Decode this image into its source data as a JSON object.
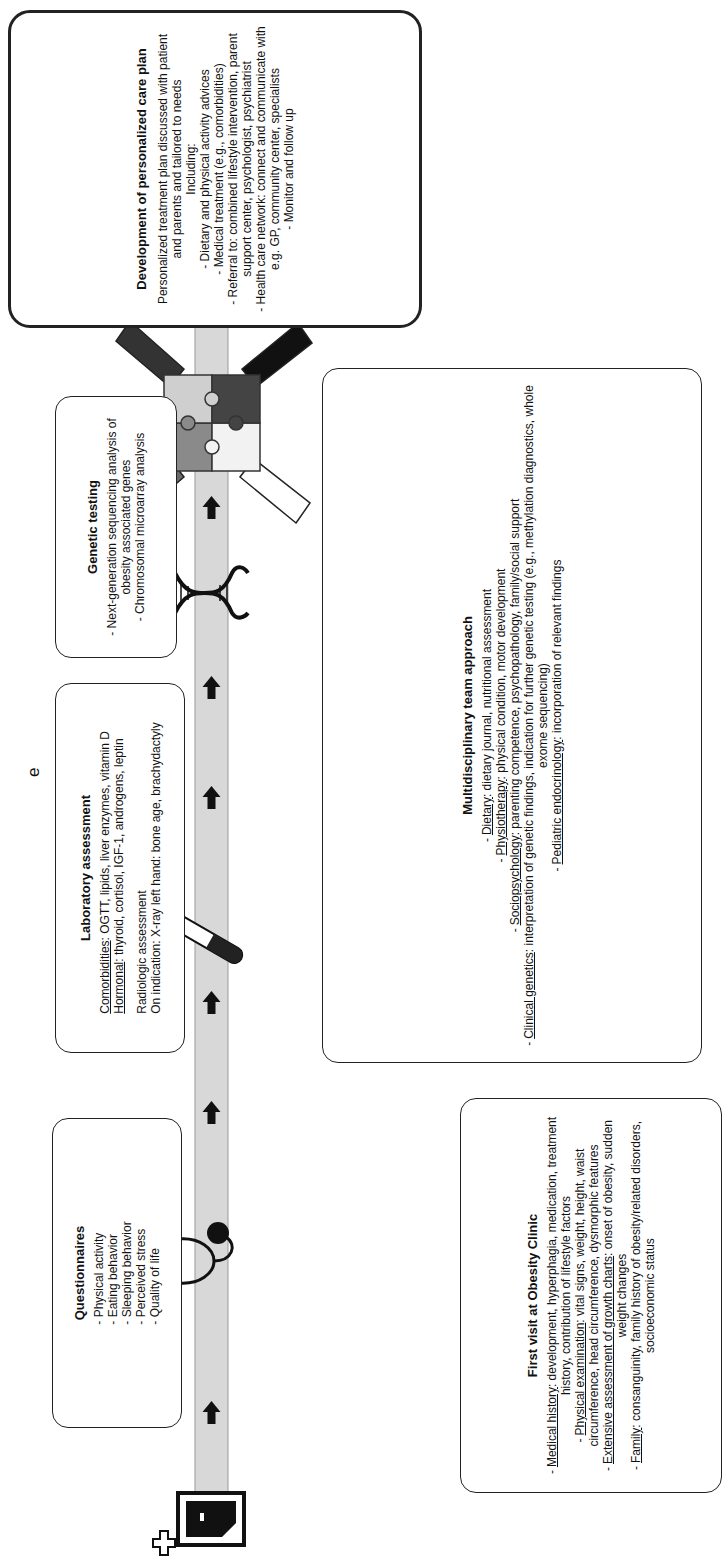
{
  "diagram": {
    "nodes": [
      {
        "text": [
          "Questionnaires",
          "- Physical activity",
          "- Eating behavior",
          "- Sleeping behavior",
          "- Perceived stress",
          "- Quality of life"
        ]
      },
      {
        "text": [
          "Laboratory assessment",
          "Comorbidities",
          ": OGTT, lipids, liver enzymes, vitamin D",
          "Hormonal",
          ": thyroid, cortisol, IGF-1, androgens, leptin",
          "Radiologic assessment",
          "On indication: X-ray left hand: bone age, brachydactyly"
        ]
      },
      {
        "text": [
          "Genetic testing",
          "- Next-generation sequencing analysis of obesity associated genes",
          "- Chromosomal microarray analysis"
        ]
      },
      {
        "text": [
          "Development of personalized care plan",
          "Personalized treatment plan discussed with patient and parents and tailored to needs",
          "Including:",
          "- Dietary and physical activity advices",
          "- Medical treatment (e.g., comorbidities)",
          "- Referral to: combined lifestyle intervention, parent support center, psychologist, psychiatrist",
          "- Health care network: connect and communicate with e.g. GP, community center, specialists",
          "- Monitor and follow up"
        ]
      },
      {
        "text": [
          "First visit at Obesity Clinic",
          "-",
          "Medical history",
          ": development, hyperphagia, medication, treatment history, contribution of lifestyle factors",
          "-",
          "Physical examination",
          ": vital signs, weight, height, waist circumference, head circumference, dysmorphic features",
          "-",
          "Extensive assessment of growth charts",
          ": onset of obesity, sudden weight changes",
          "-",
          "Family",
          ": consanguinity, family history of obesity/related disorders, socioeconomic status"
        ]
      },
      {
        "text": [
          "Multidisciplinary team approach",
          "-",
          "Dietary",
          ": dietary journal, nutritional assessment",
          "-",
          "Physiotherapy",
          ": physical condition, motor development",
          "-",
          "Sociopsychology",
          ": parenting competence, psychopathology, family/social support",
          "-",
          "Clinical genetics",
          ": interpretation of genetic findings, indication for further genetic testing (e.g., methylation diagnostics, whole exome sequencing)",
          "-",
          "Pediatric endocrinology",
          ": incorporation of relevant findings"
        ]
      }
    ],
    "labels": [
      "e"
    ]
  }
}
